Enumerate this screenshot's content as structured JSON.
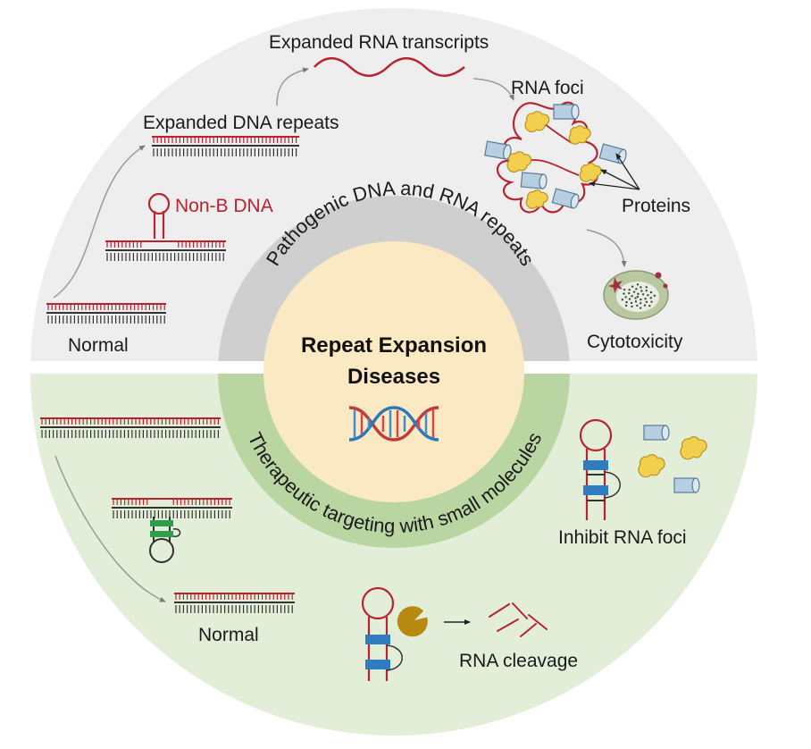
{
  "center": {
    "title_line1": "Repeat Expansion",
    "title_line2": "Diseases"
  },
  "rings": {
    "top": "Pathogenic DNA and RNA repeats",
    "bottom": "Therapeutic targeting with small molecules"
  },
  "top_half": {
    "expanded_rna": "Expanded RNA transcripts",
    "rna_foci": "RNA foci",
    "expanded_dna": "Expanded DNA repeats",
    "non_b_dna": "Non-B DNA",
    "proteins": "Proteins",
    "normal": "Normal",
    "cytotoxicity": "Cytotoxicity"
  },
  "bottom_half": {
    "inhibit": "Inhibit RNA foci",
    "normal": "Normal",
    "cleavage": "RNA cleavage"
  },
  "colors": {
    "top_bg": "#eeeeee",
    "bottom_bg": "#e3eed9",
    "top_ring": "#cfcfcf",
    "bottom_ring": "#b9d6a2",
    "core": "#fbe9c4",
    "rna_red": "#b8232f",
    "dna_dark": "#333333",
    "protein_blue": "#b7cfe3",
    "protein_yellow": "#f3cf4e",
    "binder_green": "#2e9e4a",
    "binder_blue": "#2f7cc1",
    "enzyme_gold": "#b88a12",
    "cell_green": "#bac8a2"
  }
}
